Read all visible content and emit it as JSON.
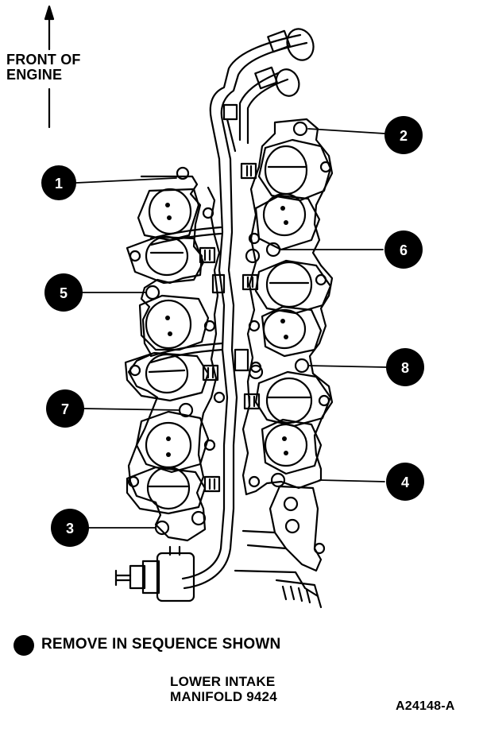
{
  "header": {
    "front_line1": "FRONT OF",
    "front_line2": "ENGINE"
  },
  "callouts": [
    "1",
    "2",
    "5",
    "6",
    "8",
    "7",
    "4",
    "3"
  ],
  "legend": {
    "text": "REMOVE IN SEQUENCE SHOWN"
  },
  "caption": {
    "line1": "LOWER INTAKE",
    "line2": "MANIFOLD 9424"
  },
  "figure_id": "A24148-A"
}
